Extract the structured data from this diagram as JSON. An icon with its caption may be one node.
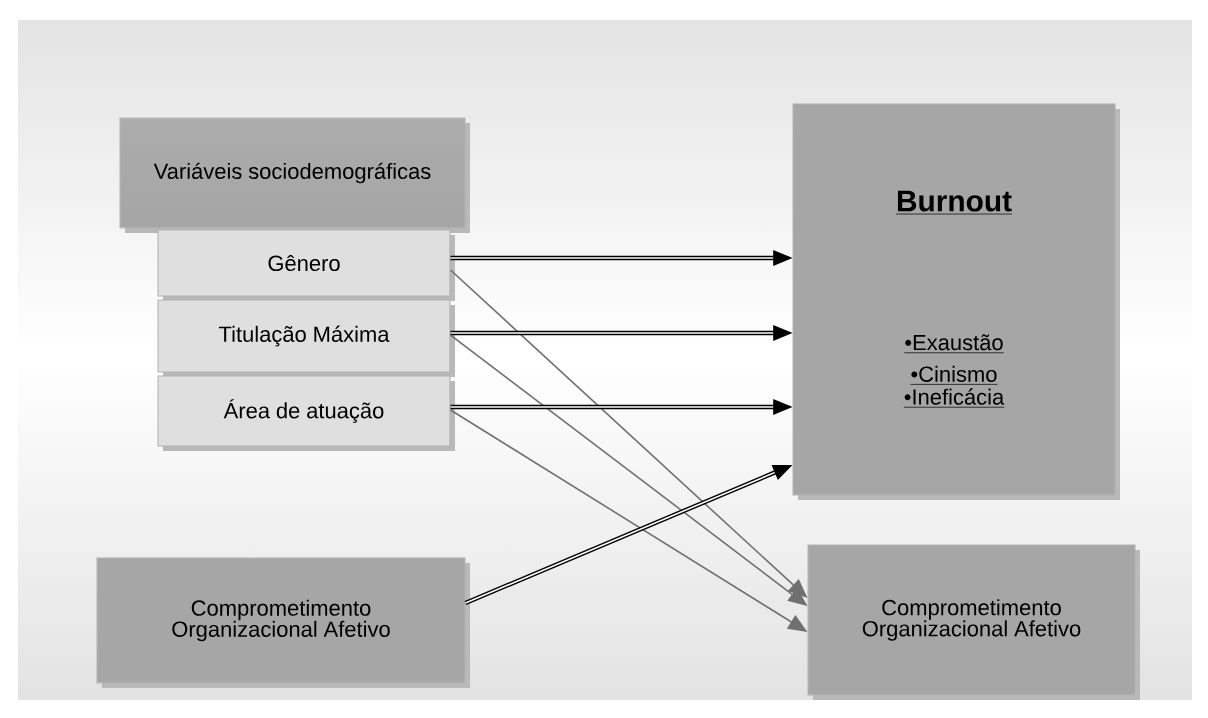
{
  "diagram": {
    "nodes": [
      {
        "text": [
          "Variáveis sociodemográficas"
        ]
      },
      {
        "text": [
          "Gênero"
        ]
      },
      {
        "text": [
          "Titulação Máxima"
        ]
      },
      {
        "text": [
          "Área de atuação"
        ]
      },
      {
        "text": [
          "Comprometimento Organizacional Afetivo"
        ]
      },
      {
        "text": [
          "Burnout",
          "•Exaustão",
          "•Cinismo",
          "•Ineficácia"
        ]
      },
      {
        "text": [
          "Comprometimento Organizacional Afetivo"
        ]
      }
    ],
    "edges": [
      {
        "from": 1,
        "to": 5,
        "arrow": "to"
      },
      {
        "from": 1,
        "to": 6,
        "arrow": "to",
        "color": "#707070"
      },
      {
        "from": 2,
        "to": 5,
        "arrow": "to"
      },
      {
        "from": 2,
        "to": 6,
        "arrow": "to",
        "color": "#707070"
      },
      {
        "from": 3,
        "to": 5,
        "arrow": "to"
      },
      {
        "from": 3,
        "to": 6,
        "arrow": "to",
        "color": "#707070"
      },
      {
        "from": 4,
        "to": 5,
        "arrow": "to"
      }
    ]
  }
}
